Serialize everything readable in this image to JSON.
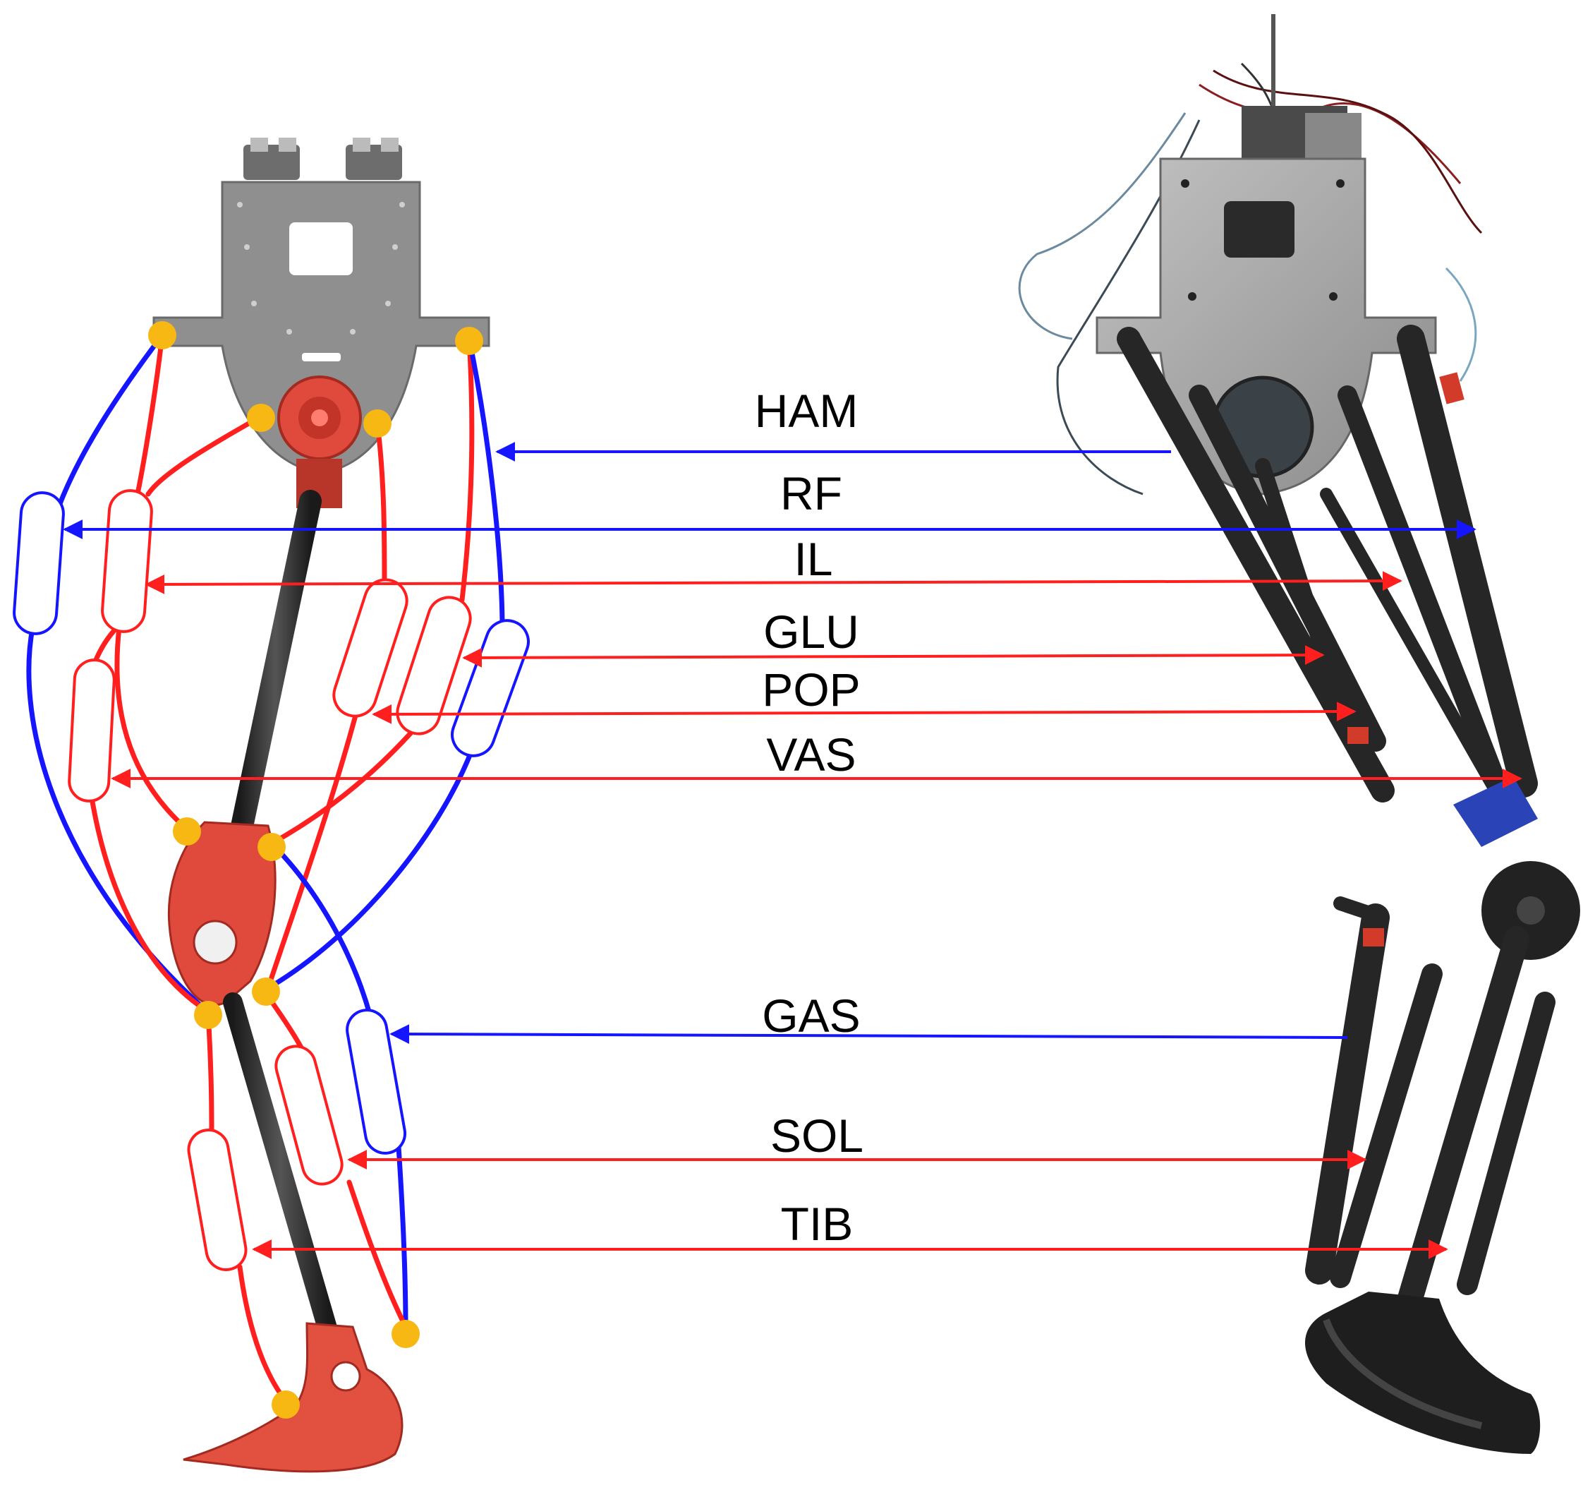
{
  "colors": {
    "red": "#ff1f1f",
    "blue": "#1515ff",
    "joint": "#f7b814",
    "frame_gray": "#8f8f8f",
    "shell_red": "#e04a3c",
    "robot_black": "#262626",
    "robot_plate": "#a7a7a7"
  },
  "muscles": [
    {
      "id": "ham",
      "label": "HAM",
      "color": "blue"
    },
    {
      "id": "rf",
      "label": "RF",
      "color": "blue"
    },
    {
      "id": "il",
      "label": "IL",
      "color": "red"
    },
    {
      "id": "glu",
      "label": "GLU",
      "color": "red"
    },
    {
      "id": "pop",
      "label": "POP",
      "color": "red"
    },
    {
      "id": "vas",
      "label": "VAS",
      "color": "red"
    },
    {
      "id": "gas",
      "label": "GAS",
      "color": "blue"
    },
    {
      "id": "sol",
      "label": "SOL",
      "color": "red"
    },
    {
      "id": "tib",
      "label": "TIB",
      "color": "red"
    }
  ]
}
